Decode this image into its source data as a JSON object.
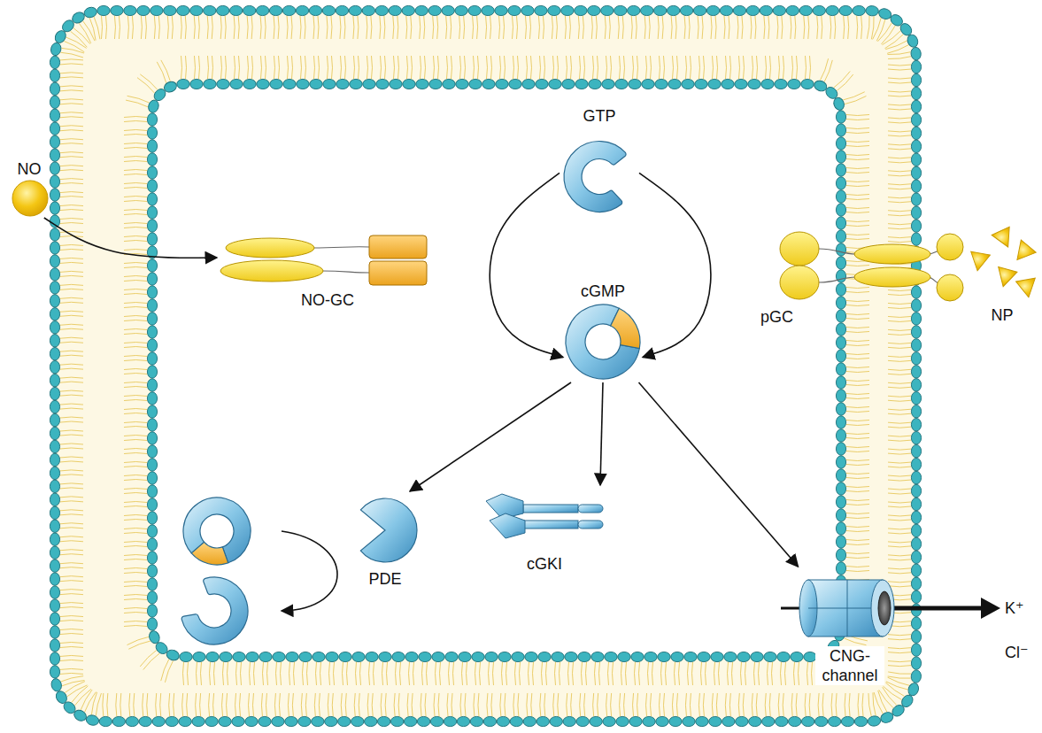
{
  "diagram": {
    "nodes": [
      {
        "text": [
          "NO"
        ]
      },
      {
        "text": [
          "NO-GC"
        ]
      },
      {
        "text": [
          "GTP"
        ]
      },
      {
        "text": [
          "cGMP"
        ]
      },
      {
        "text": [
          "pGC"
        ]
      },
      {
        "text": [
          "NP"
        ]
      },
      {
        "text": [
          "PDE"
        ]
      },
      {
        "text": [
          "cGKI"
        ]
      },
      {
        "text": [
          "CNG-channel"
        ]
      }
    ],
    "edges": [
      {
        "from": 0,
        "to": 1,
        "arrow": "to"
      },
      {
        "from": 2,
        "to": 3,
        "arrow": "to"
      },
      {
        "from": 2,
        "to": 3,
        "arrow": "to"
      },
      {
        "from": 3,
        "to": 6,
        "arrow": "to"
      },
      {
        "from": 3,
        "to": 7,
        "arrow": "to"
      },
      {
        "from": 3,
        "to": 8,
        "arrow": "to"
      }
    ],
    "labels": [
      "K⁺",
      "Cl⁻"
    ]
  }
}
